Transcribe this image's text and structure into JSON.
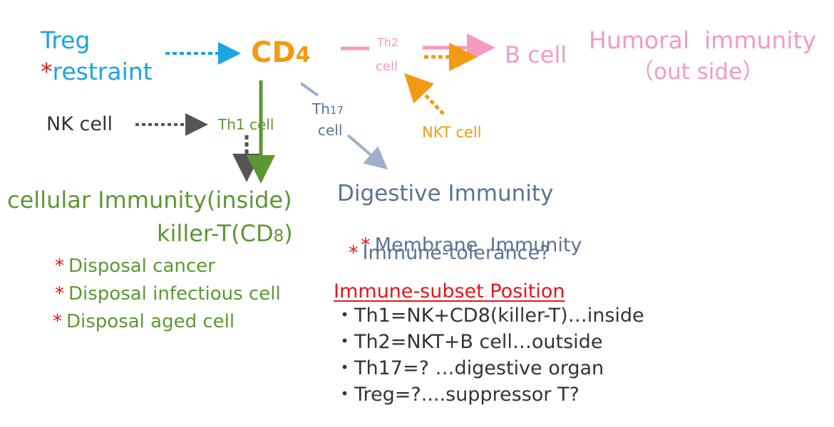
{
  "colors": {
    "treg": "#1aa4e3",
    "red": "#e8141b",
    "orange": "#f39a12",
    "pink": "#f49ac1",
    "green": "#5d9732",
    "slate": "#5a7394",
    "dark": "#333333",
    "gray": "#555555",
    "light_slate": "#9fb0c8"
  },
  "nodes": {
    "treg": "Treg",
    "restraint": "restraint",
    "cd4_main": "CD",
    "cd4_sub": "4",
    "th2_line1": "Th2",
    "th2_line2": "cell",
    "b_cell": "B cell",
    "humoral_line1": "Humoral  immunity",
    "humoral_line2": "（out side）",
    "nk_cell": "NK cell",
    "th1_cell": "Th1 cell",
    "th17_main": "Th",
    "th17_sub": "17",
    "th17_line2": "cell",
    "nkt_cell": "NKT cell"
  },
  "cellular": {
    "title": "cellular Immunity(inside)",
    "killer_main": "killer-T(CD",
    "killer_sub": "8",
    "killer_close": ")",
    "items": [
      "Disposal cancer",
      "Disposal infectious cell",
      "Disposal aged cell"
    ]
  },
  "digestive": {
    "title": "Digestive Immunity",
    "items": [
      "Membrane  Immunity",
      "Immune-tolerance?"
    ]
  },
  "position": {
    "title": "Immune-subset Position",
    "items": [
      "・Th1=NK+CD8(killer-T)…inside",
      "・Th2=NKT+B cell…outside",
      "・Th17=? …digestive organ",
      "・Treg=?....suppressor T?"
    ]
  },
  "star": "*"
}
